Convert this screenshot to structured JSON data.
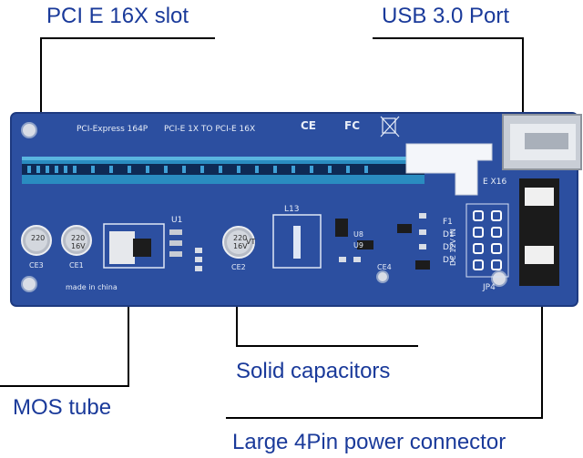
{
  "callouts": {
    "pcie_slot": "PCI E 16X slot",
    "usb_port": "USB 3.0 Port",
    "solid_caps": "Solid capacitors",
    "mos_tube": "MOS tube",
    "power_connector": "Large 4Pin power connector"
  },
  "pcb": {
    "header_left": "PCI-Express 164P",
    "header_mid": "PCI-E 1X TO PCI-E 16X",
    "ce_mark": "CE",
    "fc_mark": "FC",
    "slot_tag": "E X16",
    "u1": "U1",
    "l13": "L13",
    "ce1": "CE1",
    "ce2": "CE2",
    "ce3": "CE3",
    "ce4": "CE4",
    "f1": "F1",
    "d1": "D1",
    "d2": "D2",
    "d3": "D3",
    "dc_in": "DC 12V IN",
    "jp4": "JP4",
    "made_in": "made in china",
    "cap_value": "220",
    "cap_volt": "16V",
    "cap_series": "VT",
    "u8": "U8",
    "u9": "U9"
  },
  "colors": {
    "pcb": "#2c4fa0",
    "slot": "#2a8cc0",
    "callout_text": "#1a3a9a"
  }
}
